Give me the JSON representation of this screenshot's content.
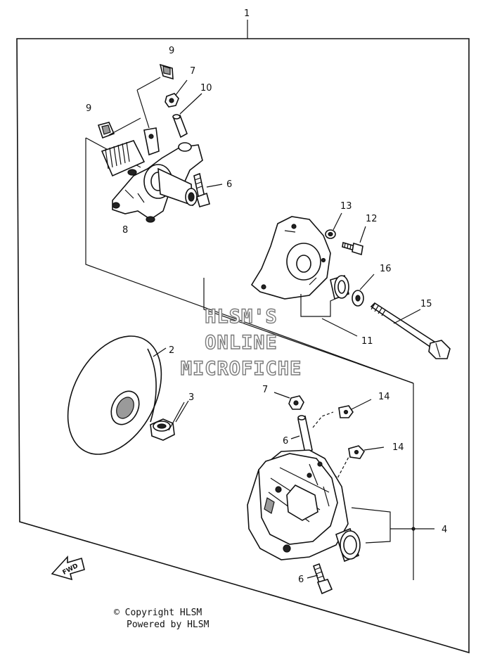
{
  "callouts": {
    "c1": "1",
    "c2": "2",
    "c3": "3",
    "c4": "4",
    "c6a": "6",
    "c6b": "6",
    "c6c": "6",
    "c7a": "7",
    "c7b": "7",
    "c8": "8",
    "c9a": "9",
    "c9b": "9",
    "c10": "10",
    "c11": "11",
    "c12": "12",
    "c13": "13",
    "c14a": "14",
    "c14b": "14",
    "c15": "15",
    "c16": "16"
  },
  "watermark": {
    "line1": "HLSM'S",
    "line2": "ONLINE",
    "line3": "MICROFICHE"
  },
  "fwd_label": "FWD",
  "footer": {
    "copyright": "© Copyright HLSM",
    "powered": "Powered by HLSM"
  },
  "icons": {
    "fwd": "fwd-arrow-icon"
  }
}
